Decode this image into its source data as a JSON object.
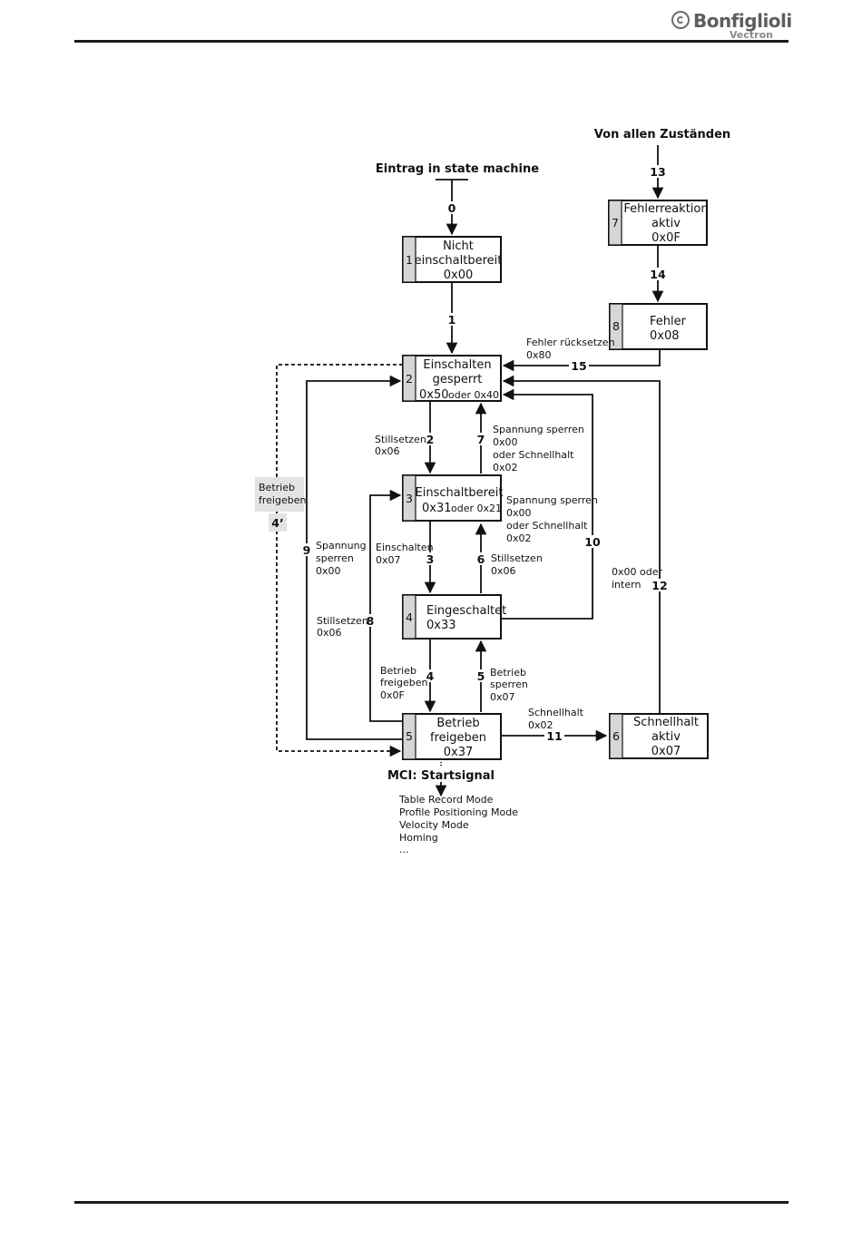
{
  "header": {
    "brand": "Bonfiglioli",
    "subbrand": "Vectron"
  },
  "diagram": {
    "entry_label": "Eintrag in state machine",
    "from_all_label": "Von allen Zuständen",
    "mci_label": "MCI: Startsignal",
    "modes": [
      "Table Record Mode",
      "Profile Positioning Mode",
      "Velocity Mode",
      "Homing",
      "..."
    ],
    "states": {
      "s1": {
        "num": "1",
        "lines": [
          "Nicht",
          "einschaltbereit",
          "0x00"
        ]
      },
      "s2": {
        "num": "2",
        "line1": "Einschalten",
        "line2": "gesperrt",
        "code_a": "0x50",
        "code_b": "oder 0x40"
      },
      "s3": {
        "num": "3",
        "line1": "Einschaltbereit",
        "code_a": "0x31",
        "code_b": "oder 0x21"
      },
      "s4": {
        "num": "4",
        "lines": [
          "Eingeschaltet",
          "0x33"
        ]
      },
      "s5": {
        "num": "5",
        "lines": [
          "Betrieb",
          "freigeben",
          "0x37"
        ]
      },
      "s6": {
        "num": "6",
        "lines": [
          "Schnellhalt",
          "aktiv",
          "0x07"
        ]
      },
      "s7": {
        "num": "7",
        "lines": [
          "Fehlerreaktion",
          "aktiv",
          "0x0F"
        ]
      },
      "s8": {
        "num": "8",
        "lines": [
          "Fehler",
          "0x08"
        ]
      }
    },
    "transitions": {
      "t0": {
        "num": "0"
      },
      "t1": {
        "num": "1"
      },
      "t2": {
        "num": "2",
        "label": [
          "Stillsetzen",
          "0x06"
        ]
      },
      "t3": {
        "num": "3",
        "label": [
          "Einschalten",
          "0x07"
        ]
      },
      "t4": {
        "num": "4",
        "label": [
          "Betrieb",
          "freigeben",
          "0x0F"
        ]
      },
      "t4p": {
        "num": "4’",
        "label": [
          "Betrieb",
          "freigeben"
        ]
      },
      "t5": {
        "num": "5",
        "label": [
          "Betrieb",
          "sperren",
          "0x07"
        ]
      },
      "t6": {
        "num": "6",
        "label": [
          "Stillsetzen",
          "0x06"
        ]
      },
      "t7": {
        "num": "7",
        "label": [
          "Spannung sperren",
          "0x00",
          "oder Schnellhalt",
          "0x02"
        ]
      },
      "t8": {
        "num": "8",
        "label": [
          "Stillsetzen",
          "0x06"
        ]
      },
      "t9": {
        "num": "9",
        "label": [
          "Spannung",
          "sperren",
          "0x00"
        ]
      },
      "t10": {
        "num": "10",
        "label": [
          "Spannung sperren",
          "0x00",
          "oder Schnellhalt",
          "0x02"
        ]
      },
      "t11": {
        "num": "11",
        "label": [
          "Schnellhalt",
          "0x02"
        ]
      },
      "t12": {
        "num": "12",
        "label": [
          "0x00 oder",
          "intern"
        ]
      },
      "t13": {
        "num": "13"
      },
      "t14": {
        "num": "14"
      },
      "t15": {
        "num": "15",
        "label": [
          "Fehler rücksetzen",
          "0x80"
        ]
      }
    }
  }
}
